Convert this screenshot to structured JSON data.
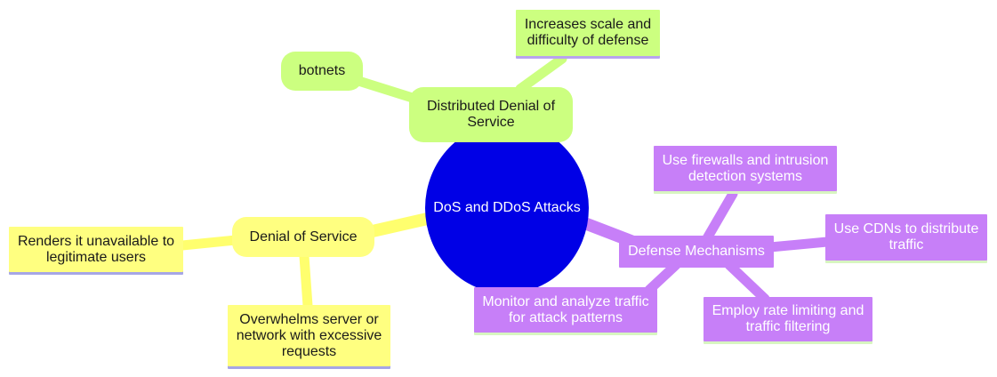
{
  "colors": {
    "root": "#0000e6",
    "ddos_branch": "#ccff80",
    "dos_branch": "#ffff80",
    "defense_branch": "#c77ff8",
    "ddos_edge": "#ccff80",
    "dos_edge": "#ffff6e",
    "defense_edge": "#c77ff8"
  },
  "root": {
    "label": "DoS and DDoS Attacks"
  },
  "branches": {
    "ddos": {
      "label": "Distributed Denial of Service",
      "children": {
        "botnets": "botnets",
        "scale": "Increases scale and difficulty of defense"
      }
    },
    "dos": {
      "label": "Denial of Service",
      "children": {
        "unavailable": "Renders it unavailable to legitimate users",
        "overwhelms": "Overwhelms server or network with excessive requests"
      }
    },
    "defense": {
      "label": "Defense Mechanisms",
      "children": {
        "firewalls": "Use firewalls and intrusion detection systems",
        "cdns": "Use CDNs to distribute traffic",
        "rate_limiting": "Employ rate limiting and traffic filtering",
        "monitor": "Monitor and analyze traffic for attack patterns"
      }
    }
  }
}
